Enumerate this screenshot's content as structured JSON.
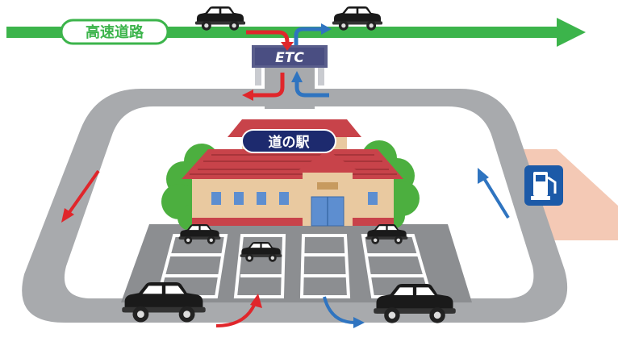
{
  "highway": {
    "label": "高速道路"
  },
  "etc_gate": {
    "label": "ETC"
  },
  "station": {
    "label": "道の駅"
  },
  "colors": {
    "highway_green": "#3cb44b",
    "road_gray": "#a8aaad",
    "parking_gray": "#8c8e91",
    "exit_arrow_red": "#e0262b",
    "entry_arrow_blue": "#2f74c0",
    "roof_red": "#c8434a",
    "wall_beige": "#e9c9a0",
    "sign_navy": "#1d2a6e",
    "gas_blue": "#1c5aa8",
    "gas_lot_pink": "#f4c9b5",
    "bush_green": "#4caf3f"
  },
  "icons": [
    "car-icon",
    "fuel-pump-icon",
    "etc-gate-icon",
    "roadside-station-building-icon"
  ]
}
